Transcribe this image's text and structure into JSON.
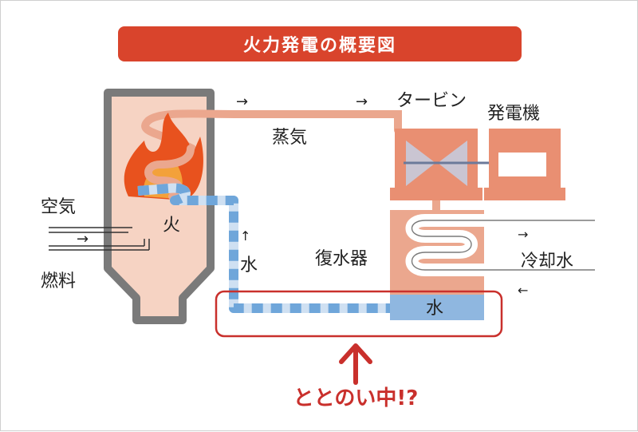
{
  "title": "火力発電の概要図",
  "labels": {
    "steam": "蒸気",
    "turbine": "タービン",
    "generator": "発電機",
    "air": "空気",
    "fuel": "燃料",
    "fire": "火",
    "water_up": "水",
    "condenser": "復水器",
    "cooling_water": "冷却水",
    "water_tank": "水",
    "callout": "ととのい中!?"
  },
  "glyphs": {
    "arrow_right": "→",
    "arrow_left": "←",
    "arrow_up": "↑"
  },
  "colors": {
    "title_bg": "#d9442c",
    "boiler_fill": "#f6d3c3",
    "boiler_border": "#7a7a7a",
    "steam_pipe": "#eba78e",
    "turbine": "#e98f72",
    "condenser": "#eba78e",
    "water_pipe": "#6fa6da",
    "water_tank": "#8fb7e0",
    "flame": "#e8521e",
    "callout": "#c9302c"
  }
}
